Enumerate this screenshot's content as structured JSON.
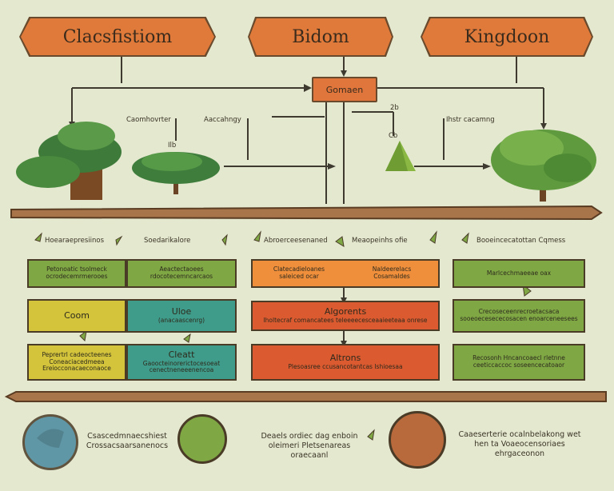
{
  "banners": {
    "left": "Clacsfistiom",
    "center": "Bidom",
    "right": "Kingdoon",
    "mini": "Gomaen"
  },
  "labels": {
    "top_left_1": "Caomhovrter",
    "top_left_2": "Aaccahngy",
    "top_left_3": "Ilb",
    "top_center_1": "2b",
    "top_center_2": "Cb",
    "top_right_1": "Ihstr cacamng"
  },
  "headers": {
    "col1": "Hoearaepresiinos",
    "col2": "Soedarikalore",
    "col3": "Abroerceesenaned",
    "col4": "Meaopeinhs ofie",
    "col5": "Booeincecatottan Cqmess"
  },
  "boxes": {
    "r1c1": "Petonoatic tsolmeck ocrodecemrmerooes",
    "r1c2": "Aeactectaoees rdocotecemncarcaos",
    "r1c3a": "Clatecadieloanes saleiced ocar",
    "r1c3b": "Naldeerelacs Cosamaldes",
    "r1c4": "Marlcechmaeeae oax",
    "r2c1": "Coom",
    "r2c2_title": "Uloe",
    "r2c2_sub": "(anacaascenrg)",
    "r2c3_title": "Algorents",
    "r2c3_sub": "Iholtecraf comancatees teleeeecesceaaieeteaa onrese",
    "r2c4": "Crecoseceenrecroetacsaca sooeoecesececosacen enoarceneesees",
    "r3c1": "Peprertrl cadeocteenes Coneaciacedmeea Ereiocconacaeconaoce",
    "r3c2_title": "Cleatt",
    "r3c2_sub": "Gaoocteinorerictocesoeat cenectneneeenencoa",
    "r3c3_title": "Altrons",
    "r3c3_sub": "Plesoasree ccusancotantcas Ishioesaa",
    "r3c4": "Recosonh Hncancoaecl rletnne ceeticcaccoc soseencecatoaor"
  },
  "bottom": {
    "t1": "Csascedmnaecshiest Crossacsaarsanenocs",
    "t2": "Deaels ordiec dag enboin oleimeri Pletsenareas oraecaanl",
    "t3": "Caaeserterie ocalnbelakong wet hen ta Voaeocensoriaes ehrgaceonon"
  },
  "colors": {
    "background": "#e3e8cf",
    "banner": "#e07a3a",
    "outline": "#4a3b27",
    "green": "#7fa845",
    "yellow": "#d3c43b",
    "teal": "#3f9c8b",
    "orange": "#ef8f3c",
    "red": "#db5a30"
  }
}
